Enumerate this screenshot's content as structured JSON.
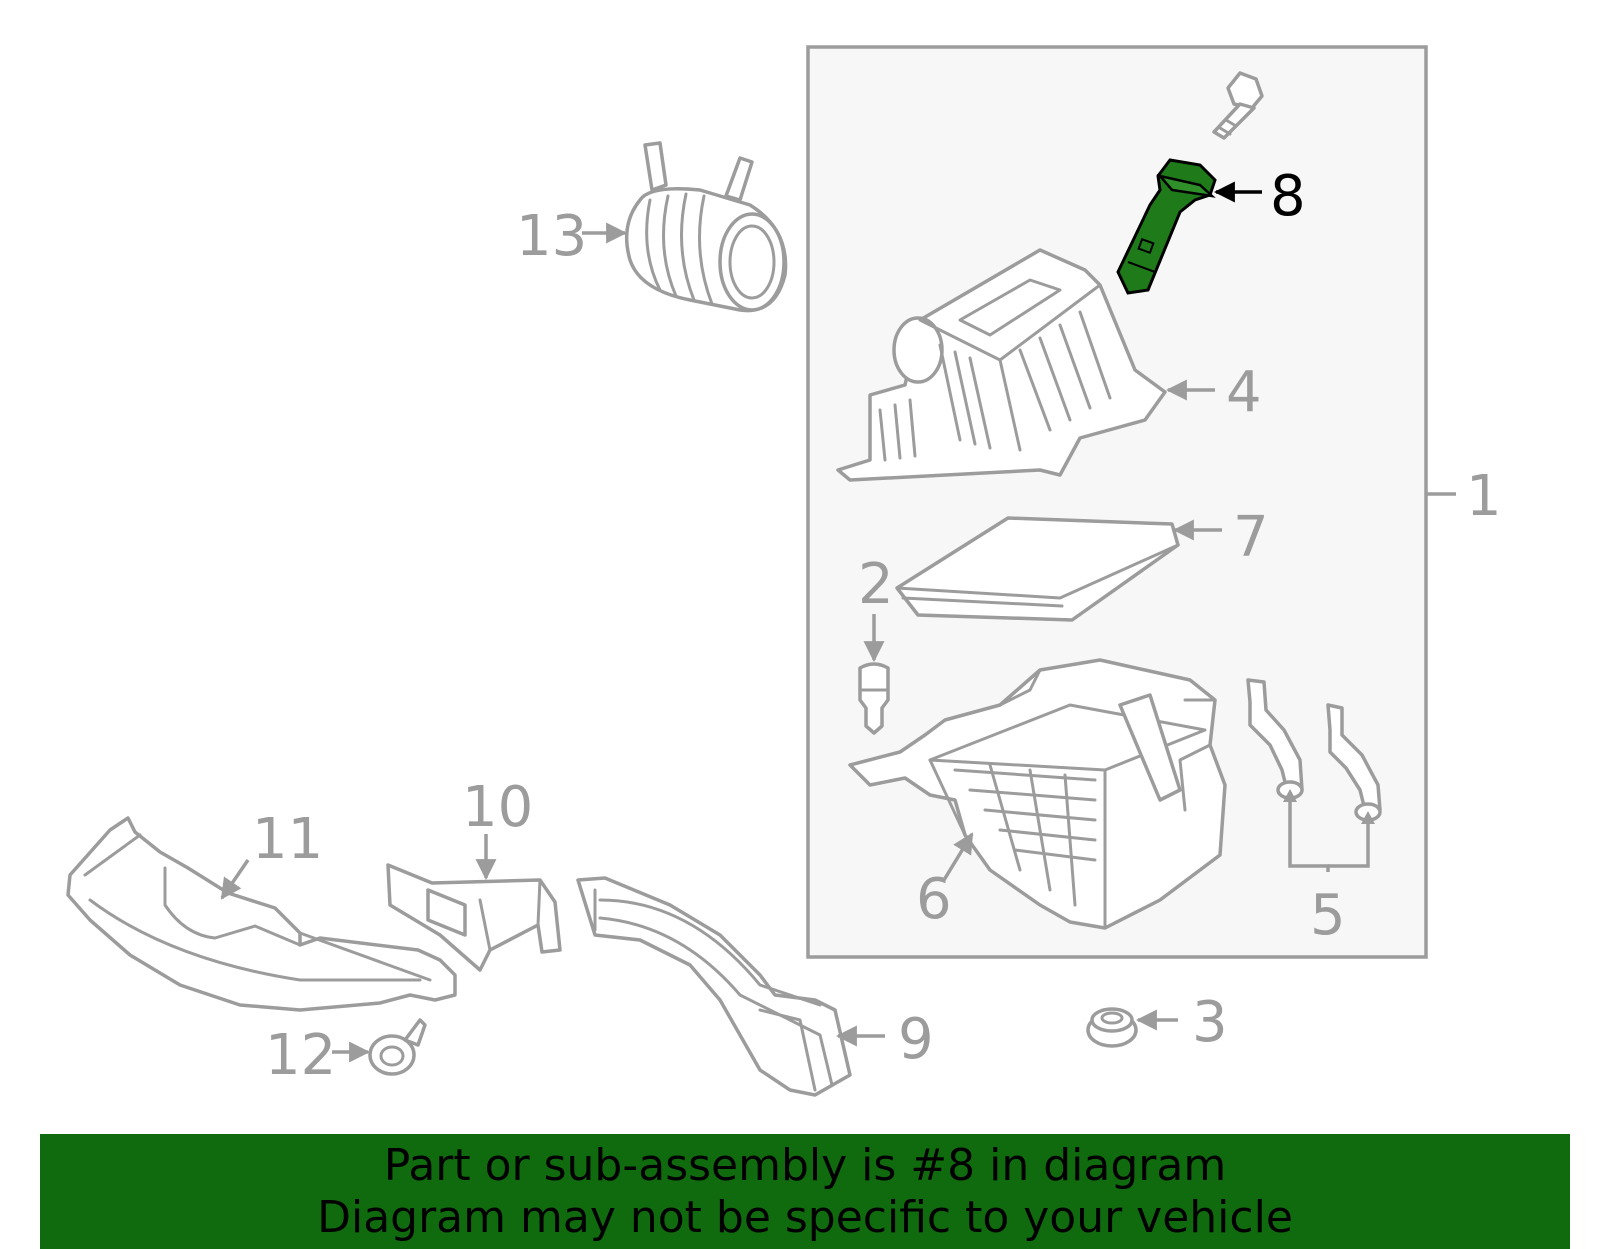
{
  "colors": {
    "line_gray": "#9c9c9c",
    "highlight_green": "#1f7a1a",
    "banner_green": "#106b0e",
    "assembly_box_fill": "#f7f7f7",
    "active_label": "#000000"
  },
  "callouts": {
    "c1": "1",
    "c2": "2",
    "c3": "3",
    "c4": "4",
    "c5": "5",
    "c6": "6",
    "c7": "7",
    "c8": "8",
    "c9": "9",
    "c10": "10",
    "c11": "11",
    "c12": "12",
    "c13": "13"
  },
  "highlighted_part": "8",
  "banner": {
    "line1": "Part or sub-assembly is #8 in diagram",
    "line2": "Diagram may not be specific to your vehicle"
  }
}
